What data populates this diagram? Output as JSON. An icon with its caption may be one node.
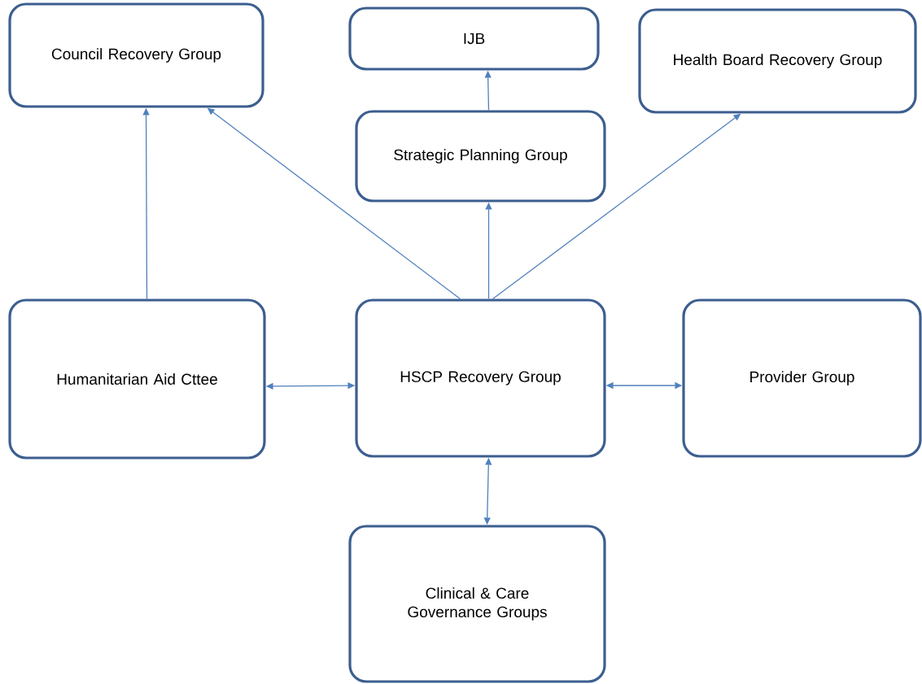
{
  "diagram": {
    "nodes": [
      {
        "text": [
          "Council Recovery Group"
        ]
      },
      {
        "text": [
          "IJB"
        ]
      },
      {
        "text": [
          "Health Board Recovery Group"
        ]
      },
      {
        "text": [
          "Strategic Planning Group"
        ]
      },
      {
        "text": [
          "Humanitarian Aid Cttee"
        ]
      },
      {
        "text": [
          "HSCP Recovery Group"
        ]
      },
      {
        "text": [
          "Provider Group"
        ]
      },
      {
        "text": [
          "Clinical & Care Governance Groups"
        ]
      }
    ],
    "edges": [
      {
        "from": 3,
        "to": 1,
        "arrow": "to"
      },
      {
        "from": 5,
        "to": 3,
        "arrow": "to"
      },
      {
        "from": 5,
        "to": 0,
        "arrow": "to"
      },
      {
        "from": 5,
        "to": 2,
        "arrow": "to"
      },
      {
        "from": 4,
        "to": 0,
        "arrow": "to"
      },
      {
        "from": 4,
        "to": 5,
        "arrow": "both"
      },
      {
        "from": 5,
        "to": 6,
        "arrow": "both"
      },
      {
        "from": 5,
        "to": 7,
        "arrow": "both"
      }
    ]
  }
}
